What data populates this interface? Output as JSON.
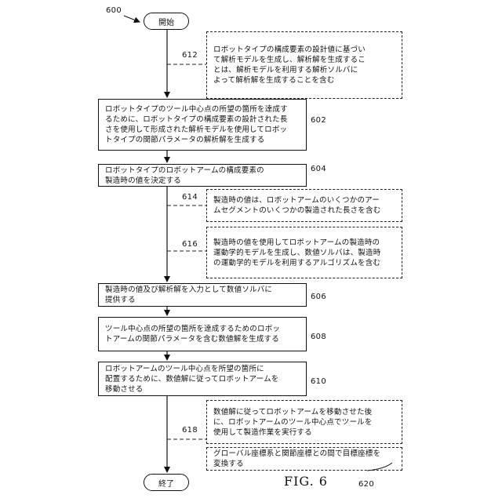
{
  "figure": {
    "ref": "600",
    "caption": "FIG. 6"
  },
  "terminals": {
    "start": "開始",
    "end": "終了"
  },
  "blocks": {
    "b602": {
      "ref": "602",
      "text": "ロボットタイプのツール中心点の所望の箇所を達成す\nるために、ロボットタイプの構成要素の設計された長\nさを使用して形成された解析モデルを使用してロボッ\nトタイプの関節パラメータの解析解を生成する"
    },
    "b604": {
      "ref": "604",
      "text": "ロボットタイプのロボットアームの構成要素の\n製造時の値を決定する"
    },
    "b606": {
      "ref": "606",
      "text": "製造時の値及び解析解を入力として数値ソルバに\n提供する"
    },
    "b608": {
      "ref": "608",
      "text": "ツール中心点の所望の箇所を達成するためのロボッ\nトアームの関節パラメータを含む数値解を生成する"
    },
    "b610": {
      "ref": "610",
      "text": "ロボットアームのツール中心点を所望の箇所に\n配置するために、数値解に従ってロボットアームを\n移動させる"
    }
  },
  "optional_blocks": {
    "b612": {
      "ref": "612",
      "text": "ロボットタイプの構成要素の設計値に基づい\nて解析モデルを生成し、解析解を生成するこ\nとは、解析モデルを利用する解析ソルバに\nよって解析解を生成することを含む"
    },
    "b614": {
      "ref": "614",
      "text": "製造時の値は、ロボットアームのいくつかのアー\nムセグメントのいくつかの製造された長さを含む"
    },
    "b616": {
      "ref": "616",
      "text": "製造時の値を使用してロボットアームの製造時の\n運動学的モデルを生成し、数値ソルバは、製造時\nの運動学的モデルを利用するアルゴリズムを含む"
    },
    "b618": {
      "ref": "618",
      "text": "数値解に従ってロボットアームを移動させた後\nに、ロボットアームのツール中心点でツールを\n使用して製造作業を実行する"
    },
    "b620": {
      "ref": "620",
      "text": "グローバル座標系と関節座標との間で目標座標を\n変換する"
    }
  }
}
